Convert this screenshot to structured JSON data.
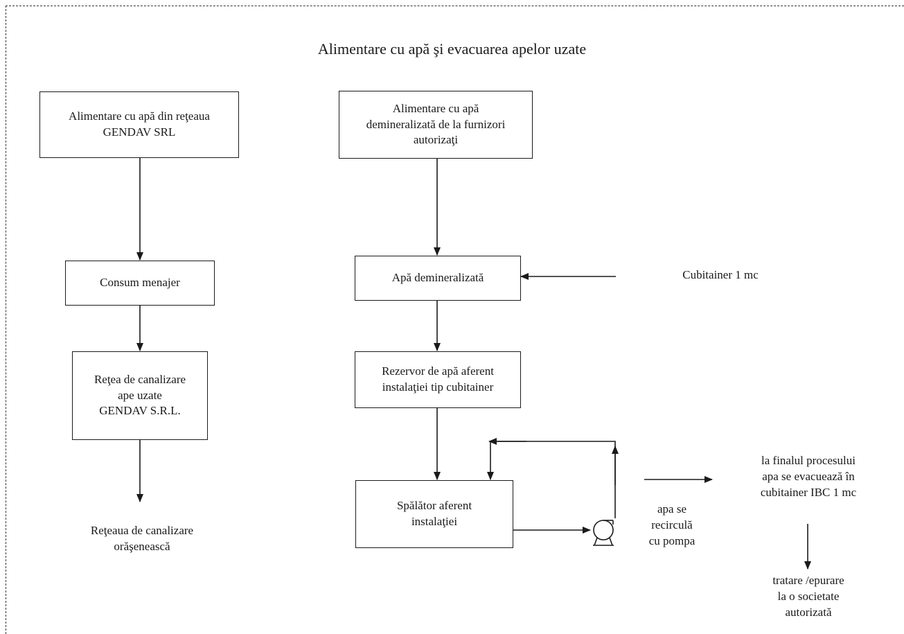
{
  "title": "Alimentare cu apă şi evacuarea apelor uzate",
  "nodes": {
    "public_supply": [
      "Alimentare cu apă din reţeaua",
      "GENDAV SRL"
    ],
    "demin_supply": [
      "Alimentare cu apă",
      "demineralizată  de la furnizori",
      "autorizaţi"
    ],
    "household_use": [
      "Consum menajer"
    ],
    "demin_water": [
      "Apă demineralizată"
    ],
    "sewer_network": [
      "Reţea de canalizare",
      "ape uzate",
      "GENDAV S.R.L."
    ],
    "tank": [
      "Rezervor de apă aferent",
      "instalaţiei tip cubitainer"
    ],
    "washer": [
      "Spălător aferent",
      "instalaţiei"
    ]
  },
  "labels": {
    "cubitainer": [
      "Cubitainer 1 mc"
    ],
    "city_sewer": [
      "Reţeaua de canalizare",
      "orăşenească"
    ],
    "recirculation": [
      "apa se",
      "recirculă",
      "cu pompa"
    ],
    "final_discharge": [
      "la finalul procesului",
      "apa se evacuează în",
      "cubitainer IBC 1 mc"
    ],
    "treatment": [
      "tratare /epurare",
      "la o societate",
      "autorizată"
    ]
  },
  "icons": {
    "pump": "pump-icon"
  }
}
